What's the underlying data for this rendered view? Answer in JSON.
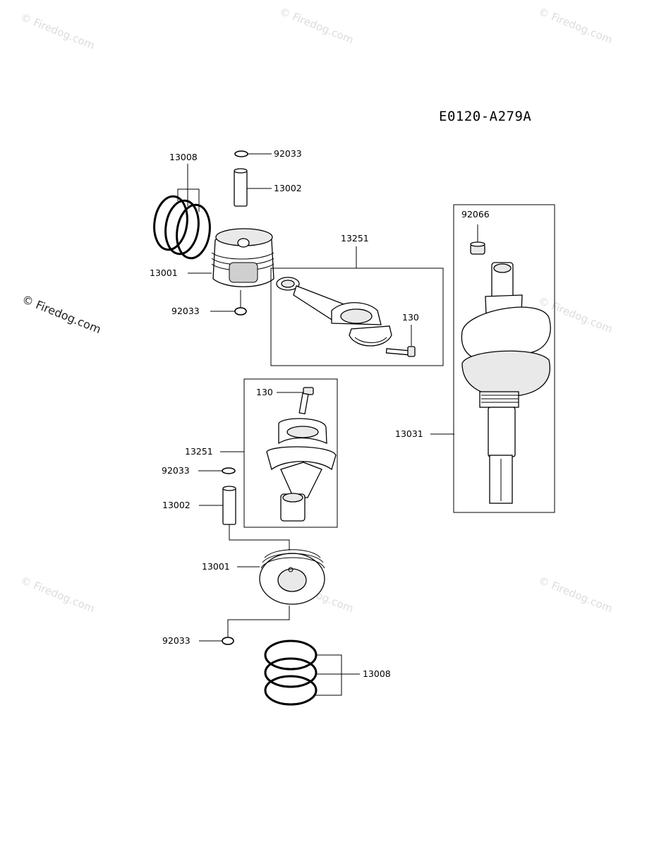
{
  "diagram_code": "E0120-A279A",
  "watermark": "© Firedog.com",
  "parts": {
    "ring_top": "13008",
    "clip_top_a": "92033",
    "pin_top": "13002",
    "rod_assy_top": "13251",
    "seal": "92066",
    "piston_top": "13001",
    "clip_top_b": "92033",
    "bolt_top": "130",
    "bolt_bottom": "130",
    "crankshaft": "13031",
    "rod_assy_bottom": "13251",
    "clip_bottom_a": "92033",
    "pin_bottom": "13002",
    "piston_bottom": "13001",
    "clip_bottom_b": "92033",
    "ring_bottom": "13008"
  }
}
